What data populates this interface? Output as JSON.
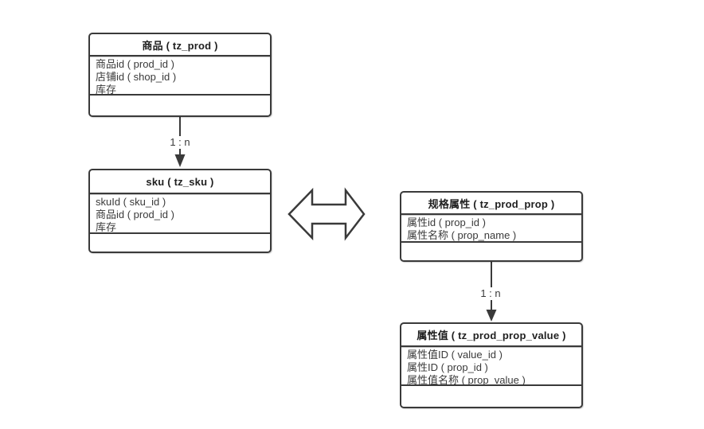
{
  "colors": {
    "line": "#3a3a3a",
    "text": "#3a3a3a",
    "header_text": "#1f1f1f",
    "background": "#ffffff"
  },
  "entities": [
    {
      "title": "商品 ( tz_prod )",
      "fields": [
        "商品id ( prod_id )",
        "店铺id ( shop_id )",
        "库存"
      ]
    },
    {
      "title": "sku ( tz_sku )",
      "fields": [
        "skuId ( sku_id )",
        "商品id ( prod_id )",
        "库存"
      ]
    },
    {
      "title": "规格属性 ( tz_prod_prop )",
      "fields": [
        "属性id ( prop_id )",
        "属性名称 ( prop_name )"
      ]
    },
    {
      "title": "属性值 ( tz_prod_prop_value )",
      "fields": [
        "属性值ID ( value_id )",
        "属性ID ( prop_id )",
        "属性值名称 ( prop_value )"
      ]
    }
  ],
  "connectors": [
    {
      "from": "商品 ( tz_prod )",
      "to": "sku ( tz_sku )",
      "label": "1 : n"
    },
    {
      "from": "规格属性 ( tz_prod_prop )",
      "to": "属性值 ( tz_prod_prop_value )",
      "label": "1 : n"
    }
  ],
  "relationship_arrow": {
    "type": "double-headed",
    "between": [
      "sku ( tz_sku )",
      "规格属性 ( tz_prod_prop )"
    ]
  }
}
